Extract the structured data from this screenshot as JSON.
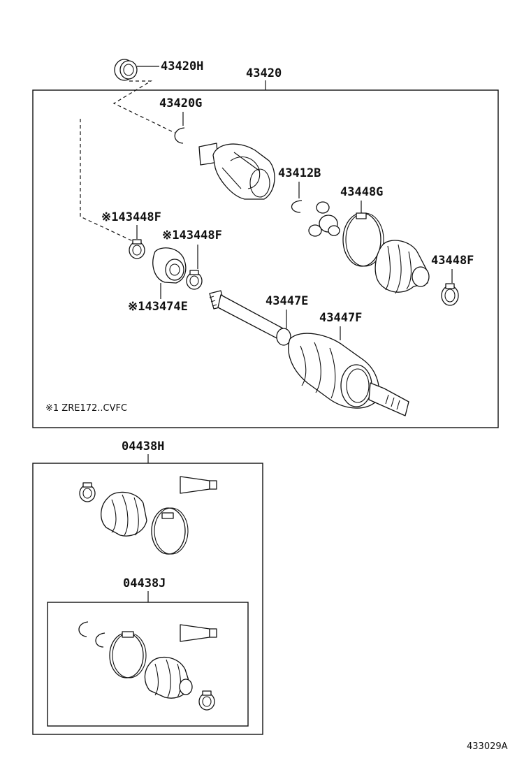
{
  "figure_number": "433029A",
  "note": "※1 ZRE172..CVFC",
  "groups": [
    {
      "id": "43420",
      "label": "43420"
    },
    {
      "id": "04438H",
      "label": "04438H"
    },
    {
      "id": "04438J",
      "label": "04438J"
    }
  ],
  "callouts": [
    {
      "id": "43420H",
      "label": "43420H"
    },
    {
      "id": "43420G",
      "label": "43420G"
    },
    {
      "id": "43412B",
      "label": "43412B"
    },
    {
      "id": "43448G",
      "label": "43448G"
    },
    {
      "id": "43448F_a",
      "label": "※143448F"
    },
    {
      "id": "43448F_b",
      "label": "※143448F"
    },
    {
      "id": "43474E",
      "label": "※143474E"
    },
    {
      "id": "43448F_c",
      "label": "43448F"
    },
    {
      "id": "43447E",
      "label": "43447E"
    },
    {
      "id": "43447F",
      "label": "43447F"
    }
  ]
}
